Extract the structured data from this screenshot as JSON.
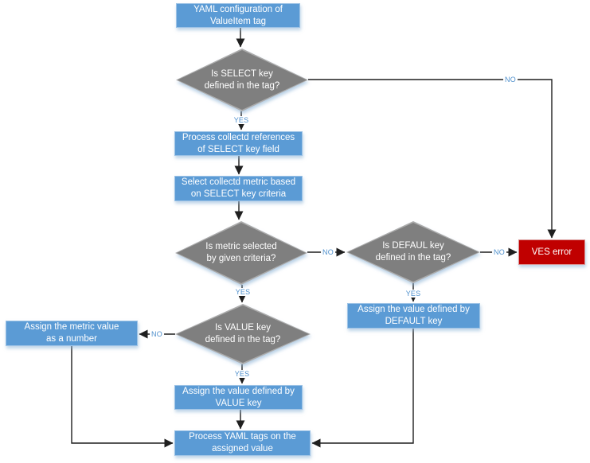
{
  "diagram": {
    "type": "flowchart",
    "nodes": {
      "start": {
        "shape": "process",
        "label": "YAML configuration of\nValueItem tag"
      },
      "select_key": {
        "shape": "decision",
        "label": "Is SELECT key\ndefined in the tag?"
      },
      "process_refs": {
        "shape": "process",
        "label": "Process collectd references\nof SELECT key field"
      },
      "select_metric": {
        "shape": "process",
        "label": "Select collectd metric based\non SELECT key criteria"
      },
      "metric_selected": {
        "shape": "decision",
        "label": "Is metric selected\nby given criteria?"
      },
      "default_key": {
        "shape": "decision",
        "label": "Is DEFAUL key\ndefined in the tag?"
      },
      "ves_error": {
        "shape": "error",
        "label": "VES error"
      },
      "assign_default": {
        "shape": "process",
        "label": "Assign the value defined by\nDEFAULT key"
      },
      "value_key": {
        "shape": "decision",
        "label": "Is VALUE key\ndefined in the tag?"
      },
      "assign_metric": {
        "shape": "process",
        "label": "Assign the metric value\nas a number"
      },
      "assign_value": {
        "shape": "process",
        "label": "Assign the value defined by\nVALUE key"
      },
      "process_tags": {
        "shape": "process",
        "label": "Process YAML tags on the\nassigned value"
      }
    },
    "edges": [
      {
        "from": "start",
        "to": "select_key",
        "label": ""
      },
      {
        "from": "select_key",
        "to": "process_refs",
        "label": "YES"
      },
      {
        "from": "select_key",
        "to": "ves_error",
        "label": "NO"
      },
      {
        "from": "process_refs",
        "to": "select_metric",
        "label": ""
      },
      {
        "from": "select_metric",
        "to": "metric_selected",
        "label": ""
      },
      {
        "from": "metric_selected",
        "to": "default_key",
        "label": "NO"
      },
      {
        "from": "metric_selected",
        "to": "value_key",
        "label": "YES"
      },
      {
        "from": "default_key",
        "to": "ves_error",
        "label": "NO"
      },
      {
        "from": "default_key",
        "to": "assign_default",
        "label": "YES"
      },
      {
        "from": "assign_default",
        "to": "process_tags",
        "label": ""
      },
      {
        "from": "value_key",
        "to": "assign_metric",
        "label": "NO"
      },
      {
        "from": "value_key",
        "to": "assign_value",
        "label": "YES"
      },
      {
        "from": "assign_value",
        "to": "process_tags",
        "label": ""
      },
      {
        "from": "assign_metric",
        "to": "process_tags",
        "label": ""
      }
    ],
    "colors": {
      "process_fill": "#5B9BD5",
      "process_border": "#9DC3E6",
      "decision_fill": "#7F7F7F",
      "decision_border": "#ABABAB",
      "error_fill": "#C00000",
      "error_border": "#D99594",
      "connector": "#1F1F1F",
      "edge_label": "#4E8FCC",
      "background": "#FFFFFF"
    }
  }
}
